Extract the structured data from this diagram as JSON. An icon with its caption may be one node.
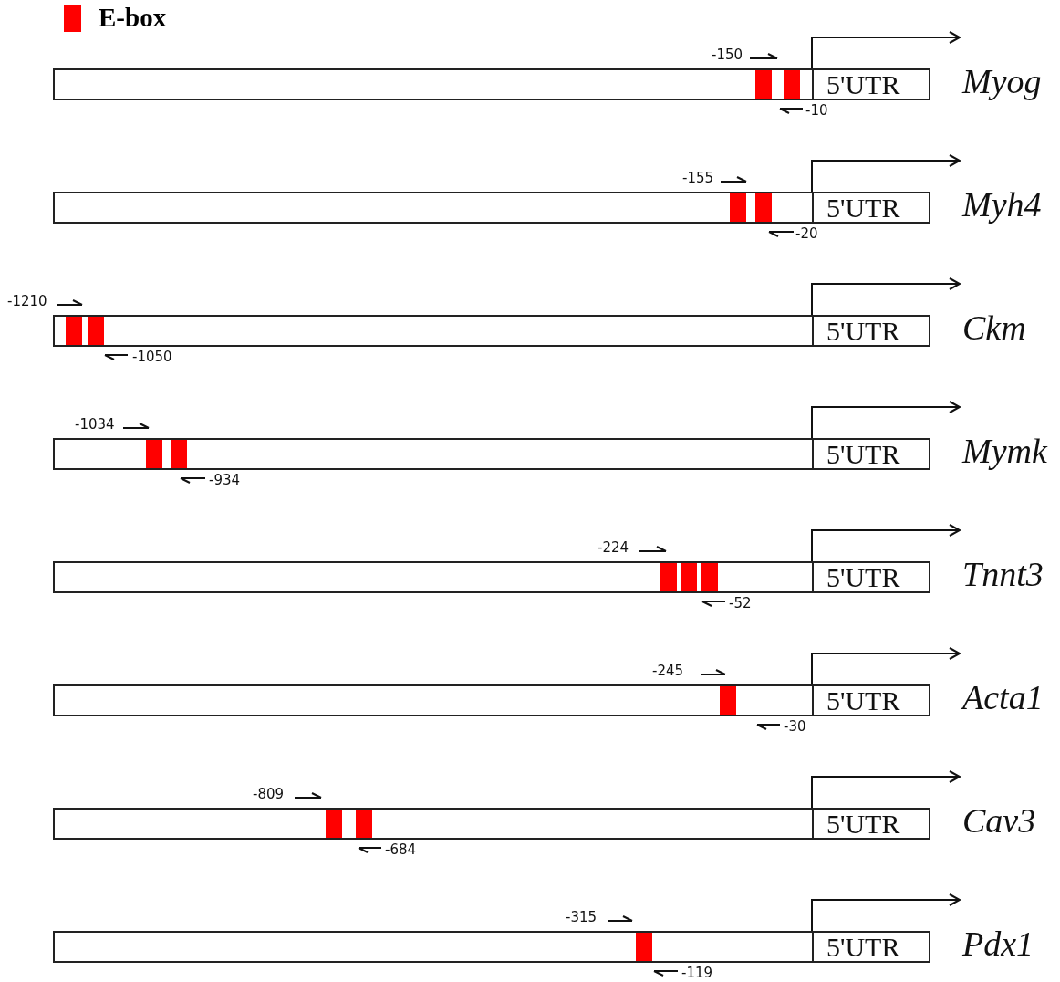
{
  "diagram": {
    "nodes": [
      {
        "text": [],
        "shape": "box",
        "beside": [
          "Myog"
        ]
      },
      {
        "text": [],
        "shape": "bar",
        "in": 0
      },
      {
        "text": [],
        "shape": "bar",
        "in": 0
      },
      {
        "text": [
          "5'UTR"
        ],
        "in": 0
      },
      {
        "text": [],
        "shape": "box",
        "beside": [
          "Myh4"
        ]
      },
      {
        "text": [],
        "shape": "bar",
        "in": 4
      },
      {
        "text": [],
        "shape": "bar",
        "in": 4
      },
      {
        "text": [
          "5'UTR"
        ],
        "in": 4
      },
      {
        "text": [],
        "shape": "box",
        "beside": [
          "Ckm"
        ]
      },
      {
        "text": [],
        "shape": "bar",
        "in": 8
      },
      {
        "text": [],
        "shape": "bar",
        "in": 8
      },
      {
        "text": [
          "5'UTR"
        ],
        "in": 8
      },
      {
        "text": [],
        "shape": "box",
        "beside": [
          "Mymk"
        ]
      },
      {
        "text": [],
        "shape": "bar",
        "in": 12
      },
      {
        "text": [],
        "shape": "bar",
        "in": 12
      },
      {
        "text": [
          "5'UTR"
        ],
        "in": 12
      },
      {
        "text": [],
        "shape": "box",
        "beside": [
          "Tnnt3"
        ]
      },
      {
        "text": [],
        "shape": "bar",
        "in": 16
      },
      {
        "text": [],
        "shape": "bar",
        "in": 16
      },
      {
        "text": [],
        "shape": "bar",
        "in": 16
      },
      {
        "text": [
          "5'UTR"
        ],
        "in": 16
      },
      {
        "text": [],
        "shape": "box",
        "beside": [
          "Acta1"
        ]
      },
      {
        "text": [],
        "shape": "bar",
        "in": 21
      },
      {
        "text": [
          "5'UTR"
        ],
        "in": 21
      },
      {
        "text": [],
        "shape": "box",
        "beside": [
          "Cav3"
        ]
      },
      {
        "text": [],
        "shape": "bar",
        "in": 24
      },
      {
        "text": [],
        "shape": "bar",
        "in": 24
      },
      {
        "text": [
          "5'UTR"
        ],
        "in": 24
      },
      {
        "text": [],
        "shape": "box",
        "beside": [
          "Pdx1"
        ]
      },
      {
        "text": [],
        "shape": "bar",
        "in": 28
      },
      {
        "text": [
          "5'UTR"
        ],
        "in": 28
      }
    ],
    "edges": [
      {
        "from": 3,
        "to": null,
        "arrow": "to"
      },
      {
        "from": 7,
        "to": null,
        "arrow": "to"
      },
      {
        "from": 11,
        "to": null,
        "arrow": "to"
      },
      {
        "from": 15,
        "to": null,
        "arrow": "to"
      },
      {
        "from": 20,
        "to": null,
        "arrow": "to"
      },
      {
        "from": 23,
        "to": null,
        "arrow": "to"
      },
      {
        "from": 27,
        "to": null,
        "arrow": "to"
      },
      {
        "from": 30,
        "to": null,
        "arrow": "to"
      }
    ],
    "labels": [
      "-150",
      "-10",
      "-155",
      "-20",
      "-1210",
      "-1050",
      "-1034",
      "-934",
      "-224",
      "-52",
      "-245",
      "-30",
      "-809",
      "-684",
      "-315",
      "-119"
    ],
    "legend": [
      {
        "text": "E-box",
        "color": "#ff0000"
      }
    ]
  }
}
